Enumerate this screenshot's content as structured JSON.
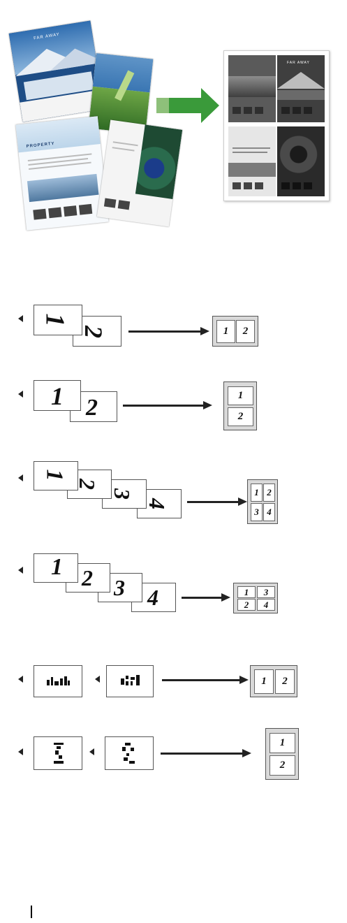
{
  "illustration": {
    "brochure_title_1": "FAR AWAY",
    "brochure_title_2": "PROPERTY",
    "result_title": "FAR AWAY",
    "arrow_color": "#3a9a3a"
  },
  "rows": [
    {
      "source_pages": [
        "1",
        "2"
      ],
      "result_cells": [
        "1",
        "2"
      ],
      "layout": "landscape-2in1"
    },
    {
      "source_pages": [
        "1",
        "2"
      ],
      "result_cells": [
        "1",
        "2"
      ],
      "layout": "portrait-2in1"
    },
    {
      "source_pages": [
        "1",
        "2",
        "3",
        "4"
      ],
      "result_cells": [
        "1",
        "2",
        "3",
        "4"
      ],
      "layout": "portrait-4in1"
    },
    {
      "source_pages": [
        "1",
        "2",
        "3",
        "4"
      ],
      "result_cells": [
        "1",
        "3",
        "2",
        "4"
      ],
      "layout": "landscape-4in1"
    },
    {
      "source_pages": [],
      "result_cells": [
        "1",
        "2"
      ],
      "layout": "id-landscape"
    },
    {
      "source_pages": [],
      "result_cells": [
        "1",
        "2"
      ],
      "layout": "id-portrait"
    }
  ]
}
